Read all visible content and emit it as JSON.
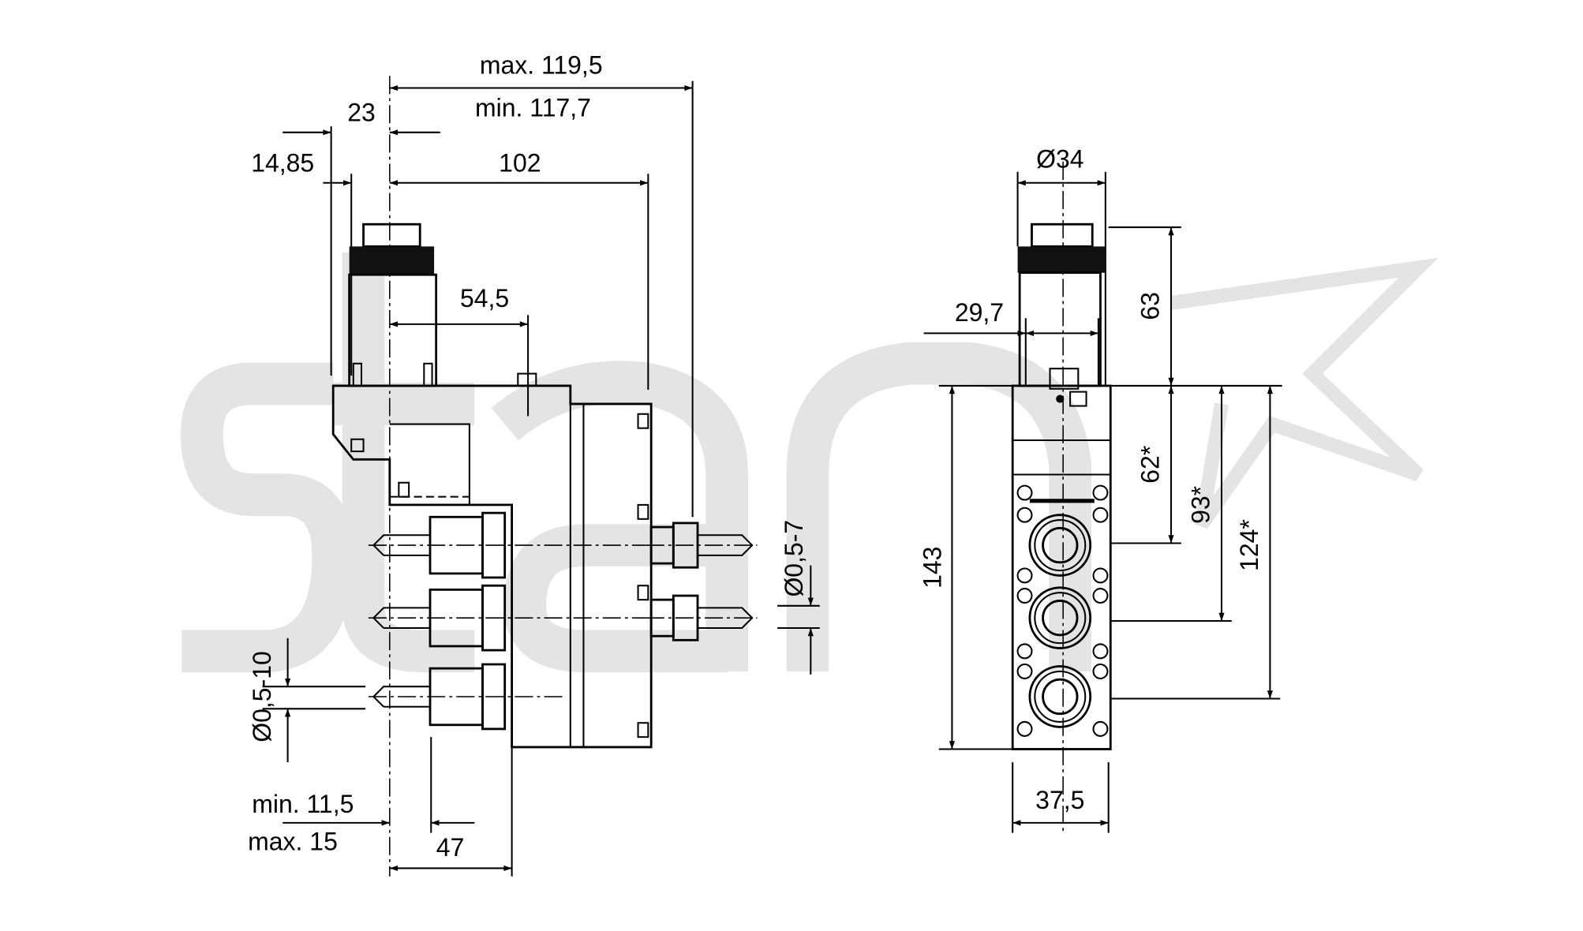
{
  "watermark": {
    "logo_text": "stan",
    "color": "#e4e4e4"
  },
  "side_view": {
    "dim_max_length": "max. 119,5",
    "dim_min_length": "min. 117,7",
    "dim_23": "23",
    "dim_14_85": "14,85",
    "dim_102": "102",
    "dim_54_5": "54,5",
    "dim_tube_outlet": "Ø0,5-7",
    "dim_tube_inlet": "Ø0,5-10",
    "dim_min_11_5": "min. 11,5",
    "dim_max_15": "max. 15",
    "dim_47": "47"
  },
  "front_view": {
    "dim_diameter_34": "Ø34",
    "dim_29_7": "29,7",
    "dim_63": "63",
    "dim_143": "143",
    "dim_62": "62*",
    "dim_93": "93*",
    "dim_124": "124*",
    "dim_37_5": "37,5"
  }
}
